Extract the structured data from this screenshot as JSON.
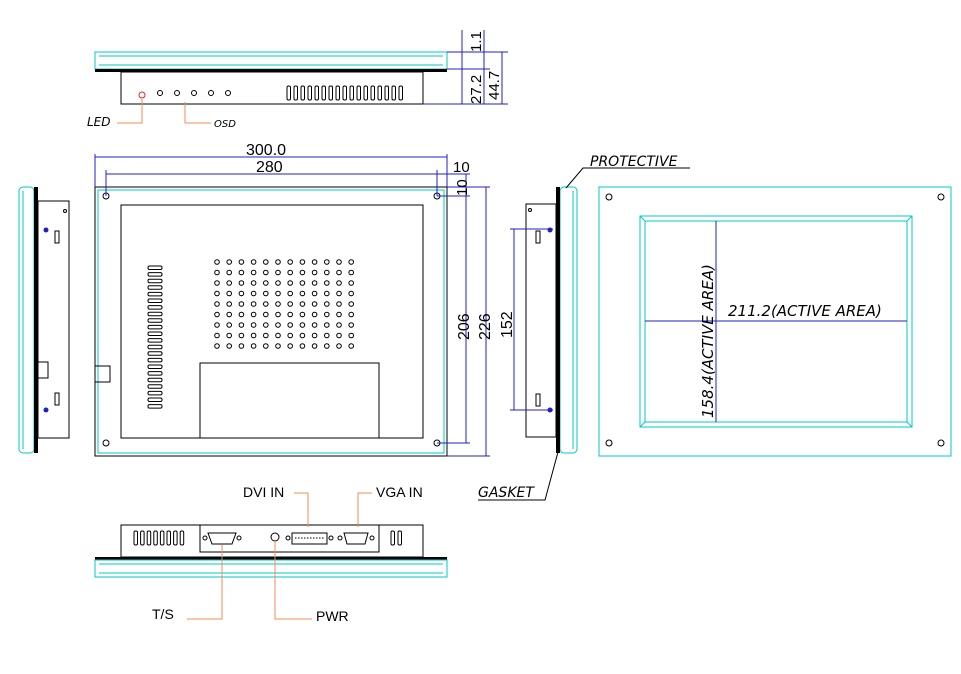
{
  "colors": {
    "outline": "#00c8c8",
    "dimension": "#1f1fc8",
    "leader": "#f08c50",
    "body": "#000000",
    "led": "#e82020"
  },
  "dimensions": {
    "top_view": {
      "d1": "1.1",
      "d2": "27.2",
      "d3": "44.7"
    },
    "front_view": {
      "width_outer": "300.0",
      "width_holes": "280",
      "offset_x": "10",
      "offset_y": "10",
      "height_holes": "206",
      "height_outer": "226"
    },
    "side_view": {
      "height": "152"
    },
    "display_view": {
      "active_width": "211.2(ACTIVE  AREA)",
      "active_height": "158.4(ACTIVE  AREA)"
    }
  },
  "labels": {
    "led": "LED",
    "osd": "OSD",
    "protective": "PROTECTIVE",
    "gasket": "GASKET",
    "dvi_in": "DVI IN",
    "vga_in": "VGA IN",
    "ts": "T/S",
    "pwr": "PWR"
  }
}
